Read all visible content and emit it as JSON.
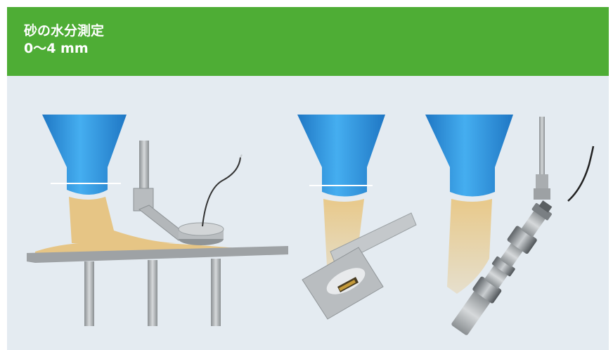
{
  "header": {
    "title_line_1": "砂の水分測定",
    "title_line_2": "0〜4 mm"
  },
  "illustrations": [
    {
      "name": "surface-sensor-on-table"
    },
    {
      "name": "flush-sensor-in-chute"
    },
    {
      "name": "probe-in-falling-sand"
    }
  ],
  "colors": {
    "header_bg": "#4ead35",
    "panel_bg": "#e4ebf1",
    "funnel": "#2a8fd8",
    "sand": "#e6c585",
    "steel": "#a8acae"
  }
}
